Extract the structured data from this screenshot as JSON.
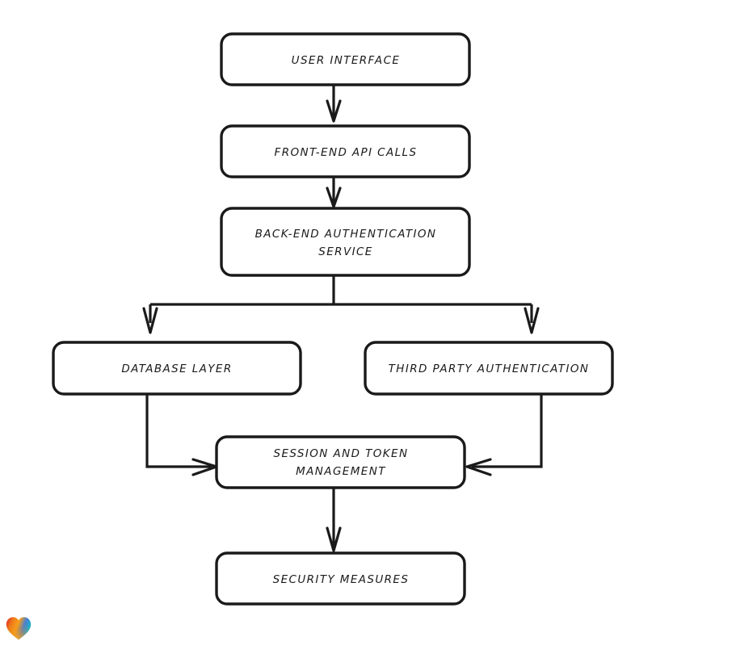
{
  "diagram": {
    "type": "flowchart",
    "orientation": "top-to-bottom",
    "background_color": "#ffffff",
    "stroke_color": "#1a1a1a",
    "text_color": "#1b1b1b",
    "style": "hand-drawn-rounded-rectangles",
    "nodes": [
      {
        "id": "user-interface",
        "label": "USER INTERFACE",
        "lines": [
          "USER INTERFACE"
        ]
      },
      {
        "id": "front-end-api-calls",
        "label": "FRONT-END API CALLS",
        "lines": [
          "FRONT-END API CALLS"
        ]
      },
      {
        "id": "back-end-authentication-service",
        "label": "BACK-END AUTHENTICATION SERVICE",
        "lines": [
          "BACK-END AUTHENTICATION",
          "SERVICE"
        ]
      },
      {
        "id": "database-layer",
        "label": "DATABASE LAYER",
        "lines": [
          "DATABASE LAYER"
        ]
      },
      {
        "id": "third-party-authentication",
        "label": "THIRD PARTY AUTHENTICATION",
        "lines": [
          "THIRD PARTY AUTHENTICATION"
        ]
      },
      {
        "id": "session-and-token-management",
        "label": "SESSION AND TOKEN MANAGEMENT",
        "lines": [
          "SESSION AND TOKEN",
          "MANAGEMENT"
        ]
      },
      {
        "id": "security-measures",
        "label": "SECURITY MEASURES",
        "lines": [
          "SECURITY MEASURES"
        ]
      }
    ],
    "edges": [
      {
        "from": "user-interface",
        "to": "front-end-api-calls",
        "kind": "straight-down"
      },
      {
        "from": "front-end-api-calls",
        "to": "back-end-authentication-service",
        "kind": "straight-down"
      },
      {
        "from": "back-end-authentication-service",
        "to": "database-layer",
        "kind": "split-left"
      },
      {
        "from": "back-end-authentication-service",
        "to": "third-party-authentication",
        "kind": "split-right"
      },
      {
        "from": "database-layer",
        "to": "session-and-token-management",
        "kind": "elbow-into-left-side"
      },
      {
        "from": "third-party-authentication",
        "to": "session-and-token-management",
        "kind": "elbow-into-right-side"
      },
      {
        "from": "session-and-token-management",
        "to": "security-measures",
        "kind": "straight-down"
      }
    ]
  },
  "watermark": {
    "icon": "heart-icon",
    "gradient_colors": [
      "#e0232e",
      "#f08a1a",
      "#f6a01b",
      "#2f7fd6",
      "#19b4c8"
    ]
  }
}
